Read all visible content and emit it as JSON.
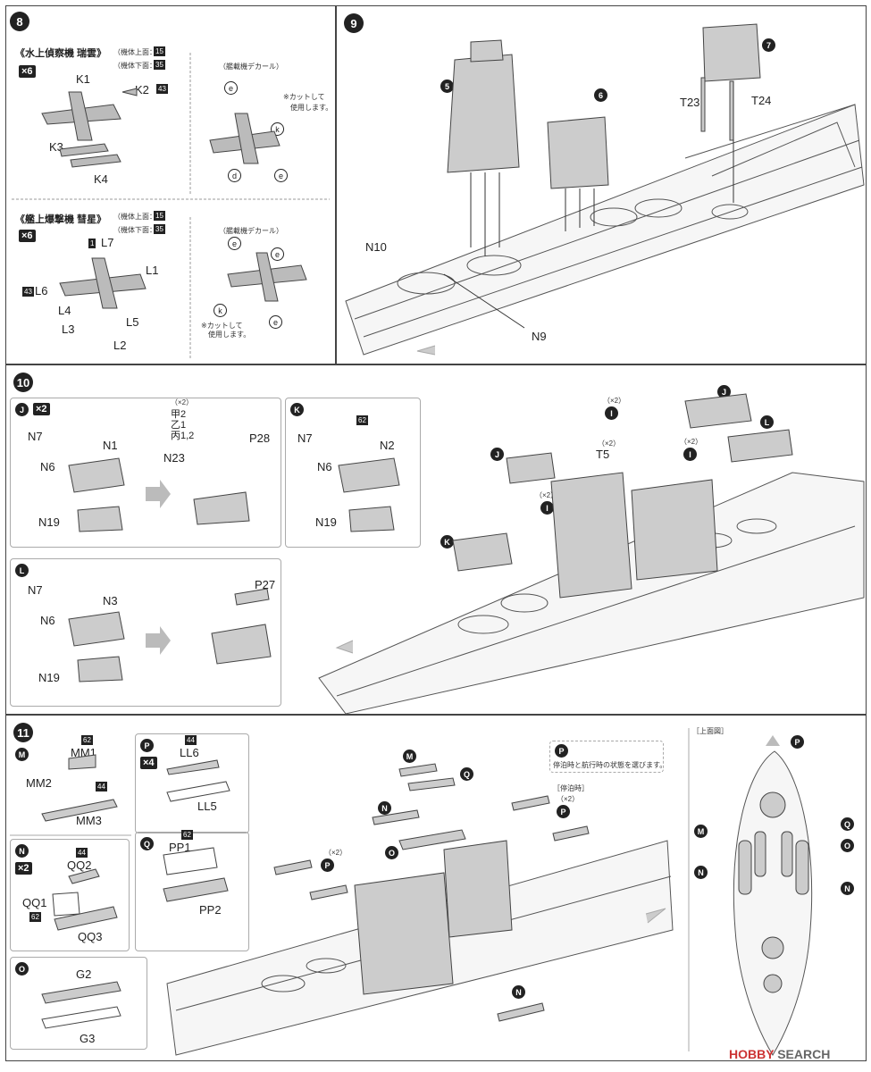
{
  "step8": {
    "num": "8",
    "a_title": "《水上偵察機 瑞雲》",
    "a_qty": "×6",
    "a_top": "（機体上面：",
    "a_top_n": "15",
    "a_bot": "（機体下面：",
    "a_bot_n": "35",
    "a_parts": [
      "K1",
      "K2",
      "K3",
      "K4"
    ],
    "a_k2_badge": "43",
    "a_decal": "（艦載機デカール）",
    "a_cut": "※カットして",
    "a_cut2": "使用します。",
    "a_letters": [
      "e",
      "k",
      "d",
      "e"
    ],
    "b_title": "《艦上爆撃機 彗星》",
    "b_qty": "×6",
    "b_top": "（機体上面：",
    "b_top_n": "15",
    "b_bot": "（機体下面：",
    "b_bot_n": "35",
    "b_parts": [
      "L7",
      "L1",
      "L6",
      "L4",
      "L5",
      "L3",
      "L2"
    ],
    "b_l7_badge": "1",
    "b_l6_badge": "43",
    "b_decal": "（艦載機デカール）",
    "b_cut": "※カットして",
    "b_cut2": "使用します。",
    "b_letters": [
      "e",
      "e",
      "k",
      "e"
    ]
  },
  "step9": {
    "num": "9",
    "subs": [
      "5",
      "6",
      "7"
    ],
    "parts": [
      "T23",
      "T24",
      "N10",
      "N9"
    ]
  },
  "step10": {
    "num": "10",
    "j_qty": "×2",
    "j_parts": [
      "N7",
      "N1",
      "N6",
      "N19",
      "N23",
      "P28"
    ],
    "j_x2": "（×2）",
    "j_types": [
      "甲2",
      "乙1",
      "丙1,2"
    ],
    "k_parts": [
      "N7",
      "N2",
      "N6",
      "N19"
    ],
    "k_badge": "62",
    "l_parts": [
      "N7",
      "N3",
      "N6",
      "N19",
      "P27"
    ],
    "callouts": [
      "J",
      "L",
      "K",
      "I",
      "I",
      "I",
      "J"
    ],
    "x2": "（×2）",
    "t5": "T5"
  },
  "step11": {
    "num": "11",
    "m_parts": [
      "MM1",
      "MM2",
      "MM3"
    ],
    "m_b1": "62",
    "m_b2": "44",
    "p_qty": "×4",
    "p_parts": [
      "LL6",
      "LL5"
    ],
    "p_b": "44",
    "n_qty": "×2",
    "n_parts": [
      "QQ2",
      "QQ1",
      "QQ3"
    ],
    "n_b1": "44",
    "n_b2": "62",
    "q_parts": [
      "PP1",
      "PP2"
    ],
    "q_b": "62",
    "o_parts": [
      "G2",
      "G3"
    ],
    "note": "停泊時と航行時の状態を選びます。",
    "moored": "［停泊時］",
    "x2": "（×2）",
    "topview": "［上面図］"
  },
  "watermark": {
    "a": "HOBBY",
    "b": " SEARCH"
  }
}
